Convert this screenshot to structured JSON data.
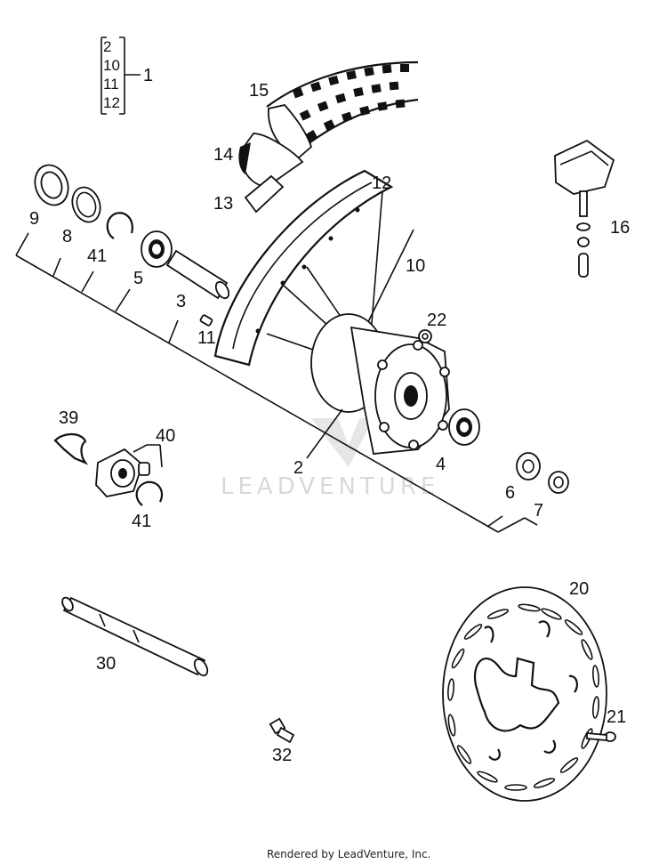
{
  "diagram": {
    "watermark": "LEADVENTURE",
    "footer": "Rendered by LeadVenture, Inc.",
    "kit_group": {
      "members": [
        "2",
        "10",
        "11",
        "12"
      ],
      "kit_label": "1"
    },
    "callouts": {
      "p2": "2",
      "p3": "3",
      "p4": "4",
      "p5": "5",
      "p6": "6",
      "p7": "7",
      "p8": "8",
      "p9": "9",
      "p10": "10",
      "p11": "11",
      "p12": "12",
      "p13": "13",
      "p14": "14",
      "p15": "15",
      "p16": "16",
      "p20": "20",
      "p21": "21",
      "p22": "22",
      "p30": "30",
      "p32": "32",
      "p39": "39",
      "p40": "40",
      "p41a": "41",
      "p41b": "41"
    }
  }
}
